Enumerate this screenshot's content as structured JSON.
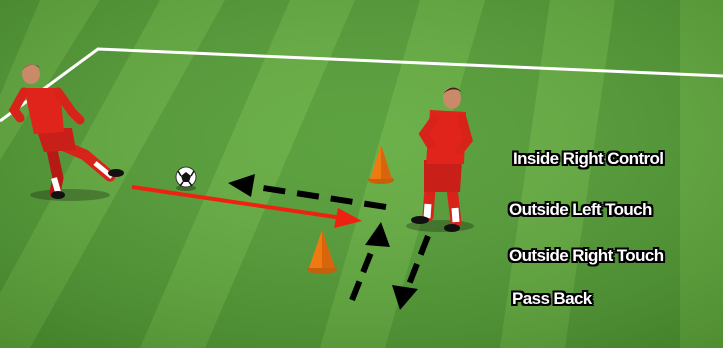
{
  "drill_steps": [
    "Inside Right Control",
    "Outside Left Touch",
    "Outside Right Touch",
    "Pass Back"
  ],
  "colors": {
    "pitch_light": "#5faa3a",
    "pitch_dark": "#4f9a30",
    "sky": "#1d4fa0",
    "kit": "#e0231b",
    "pass_arrow": "#ee2211",
    "run_arrow": "#000000",
    "cone": "#f07a12",
    "line_marking": "#ffffff"
  },
  "icons": [
    "player-icon",
    "ball-icon",
    "cone-icon",
    "pass-arrow-icon",
    "dribble-arrow-icon"
  ]
}
